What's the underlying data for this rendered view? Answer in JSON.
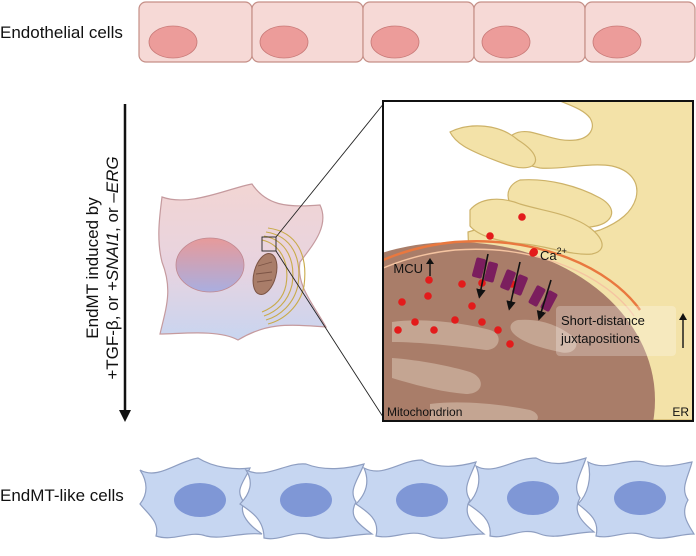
{
  "labels": {
    "endothelial": "Endothelial cells",
    "endmt_like": "EndMT-like cells",
    "induction_line1": "EndMT induced by",
    "induction_line2_a": "+TGF-β, or +",
    "induction_line2_gene1": "SNAI1",
    "induction_line2_b": ", or –",
    "induction_line2_gene2": "ERG",
    "mcu": "MCU",
    "ca": "Ca",
    "ca_sup": "2+",
    "short_distance_1": "Short-distance",
    "short_distance_2": "juxtapositions",
    "mitochondrion": "Mitochondrion",
    "er": "ER"
  },
  "colors": {
    "endo_fill": "#f6d9d6",
    "endo_stroke": "#c58f87",
    "endo_nucleus": "#ec9c9a",
    "mes_fill": "#c6d6f1",
    "mes_stroke": "#8e9ec1",
    "mes_nucleus": "#7f97d6",
    "er": "#f3e2a8",
    "er_stroke": "#cdb268",
    "mito": "#a97d69",
    "mito_inner": "#c4a592",
    "mcu": "#7b1e5e",
    "calcium": "#e31b1b",
    "membrane": "#e9783f"
  },
  "icons": {
    "up_arrow": "up-arrow-icon",
    "down_arrow": "down-arrow-icon"
  }
}
